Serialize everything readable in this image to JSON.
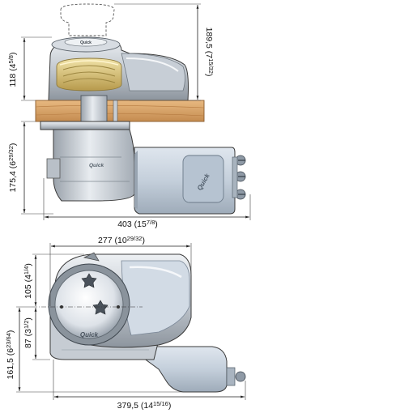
{
  "top_view": {
    "dim_height_total": {
      "main": "189,5 (7",
      "sup": "15/32",
      "close": ")"
    },
    "dim_height_above": {
      "main": "118 (4",
      "sup": "5/8",
      "close": ")"
    },
    "dim_height_below": {
      "main": "175,4 (6",
      "sup": "29/32",
      "close": ")"
    },
    "dim_length": {
      "main": "403 (15",
      "sup": "7/8",
      "close": ")"
    },
    "motor_logo": "Quick",
    "gear_logo": "Quick"
  },
  "bottom_view": {
    "dim_width": {
      "main": "277 (10",
      "sup": "29/32",
      "close": ")"
    },
    "dim_upper": {
      "main": "105 (4",
      "sup": "1/4",
      "close": ")"
    },
    "dim_center": {
      "main": "87 (3",
      "sup": "1/2",
      "close": ")"
    },
    "dim_total_height": {
      "main": "161,5 (6",
      "sup": "23/64",
      "close": ")"
    },
    "dim_length": {
      "main": "379,5 (14",
      "sup": "15/16",
      "close": ")"
    },
    "logo": "Quick"
  },
  "colors": {
    "metal_light": "#dfe3e8",
    "metal_mid": "#b7bec6",
    "metal_dark": "#7d868f",
    "deck_wood": "#d9a46a",
    "brass": "#d7c27a",
    "motor_blue": "#c9d3df"
  }
}
